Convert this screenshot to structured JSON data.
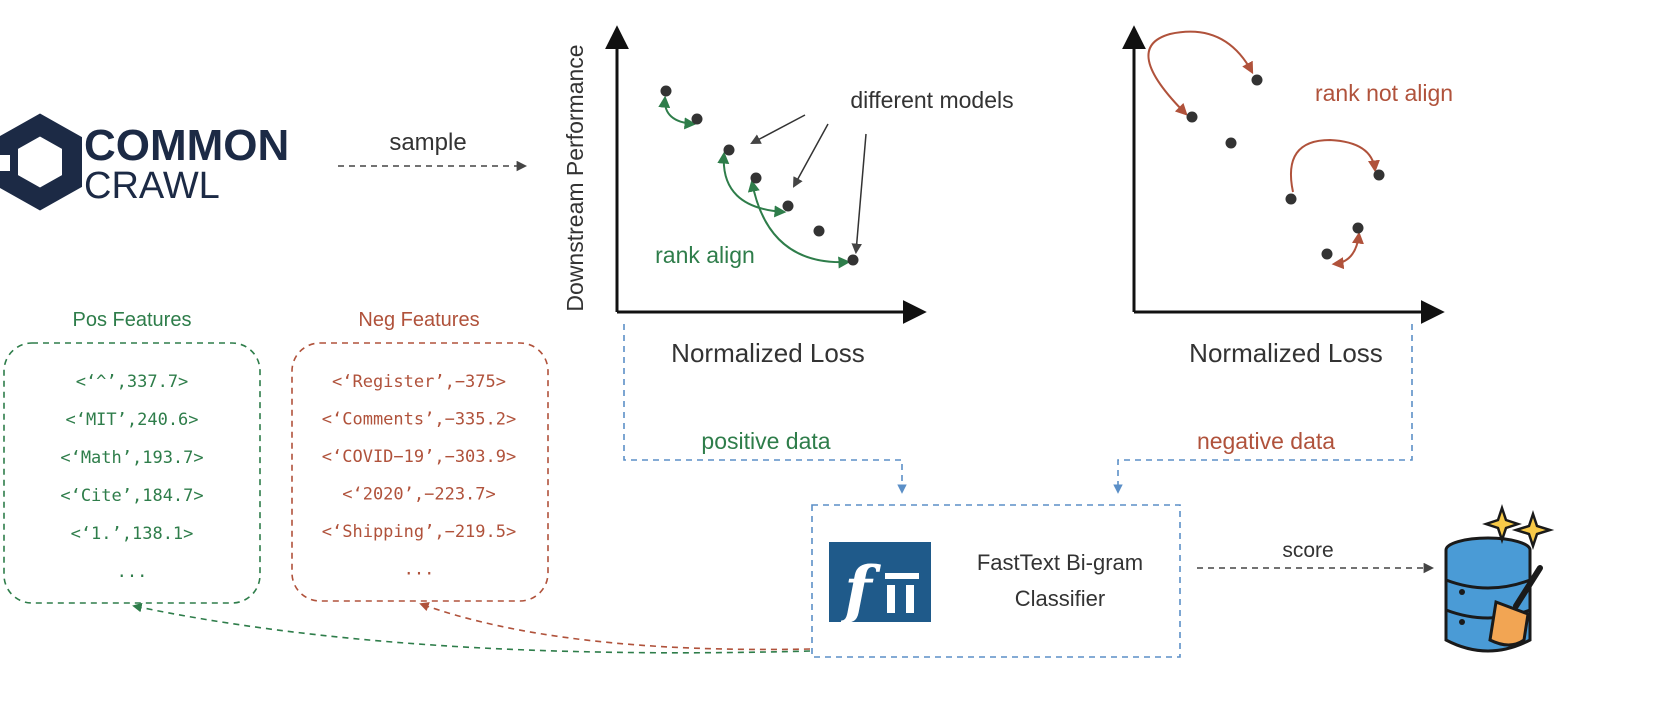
{
  "colors": {
    "navy": "#1c2a45",
    "green": "#2e7d4a",
    "red": "#b0523b",
    "gray": "#444444",
    "blue": "#5b8fc7",
    "ff_blue": "#1f5a8a"
  },
  "logo": {
    "line1": "COMMON",
    "line2": "CRAWL",
    "icon": "hexagon-logo-icon"
  },
  "sample_label": "sample",
  "chart_left": {
    "ylabel": "Downstream Performance",
    "xlabel": "Normalized Loss",
    "annotation_models": "different models",
    "annotation_rank": "rank align"
  },
  "chart_right": {
    "xlabel": "Normalized Loss",
    "annotation_rank": "rank not align"
  },
  "positive_data_label": "positive data",
  "negative_data_label": "negative data",
  "pos_features": {
    "title": "Pos Features",
    "items": [
      "<‘^’,337.7>",
      "<‘MIT’,240.6>",
      "<‘Math’,193.7>",
      "<‘Cite’,184.7>",
      "<‘1.’,138.1>",
      "..."
    ]
  },
  "neg_features": {
    "title": "Neg Features",
    "items": [
      "<‘Register’,−375>",
      "<‘Comments’,−335.2>",
      "<‘COVID−19’,−303.9>",
      "<‘2020’,−223.7>",
      "<‘Shipping’,−219.5>",
      "..."
    ]
  },
  "classifier": {
    "line1": "FastText Bi-gram",
    "line2": "Classifier",
    "logo": "fasttext-logo-icon",
    "logo_text": "f"
  },
  "score_label": "score",
  "database_icon": "database-broom-sparkle-icon"
}
